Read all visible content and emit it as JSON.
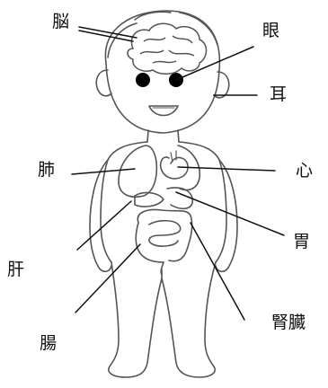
{
  "labels": {
    "brain": "脳",
    "eye": "眼",
    "ear": "耳",
    "lung": "肺",
    "heart": "心",
    "stomach": "胃",
    "liver": "肝",
    "intestine": "腸",
    "kidney": "腎臓"
  },
  "colors": {
    "outline": "#555555",
    "leader_line": "#111111",
    "text": "#111111",
    "background": "#ffffff"
  }
}
